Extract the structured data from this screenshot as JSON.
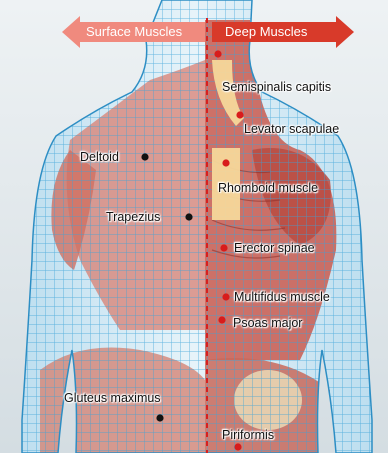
{
  "header": {
    "left_label": "Surface Muscles",
    "right_label": "Deep Muscles",
    "left_color": "#f08a7e",
    "right_color": "#d83a2a"
  },
  "colors": {
    "background": "#dfe6ea",
    "skin_mesh": "#3aa3d8",
    "muscle": "#d46a5e",
    "bone": "#f5d79a",
    "divider": "#d62020",
    "point_deep": "#d81c1c",
    "point_surface": "#111111"
  },
  "labels": {
    "semispinalis": "Semispinalis capitis",
    "levator": "Levator scapulae",
    "deltoid": "Deltoid",
    "rhomboid": "Rhomboid muscle",
    "trapezius": "Trapezius",
    "erector": "Erector spinae",
    "multifidus": "Multifidus muscle",
    "psoas": "Psoas major",
    "gluteus": "Gluteus maximus",
    "piriformis": "Piriformis"
  }
}
